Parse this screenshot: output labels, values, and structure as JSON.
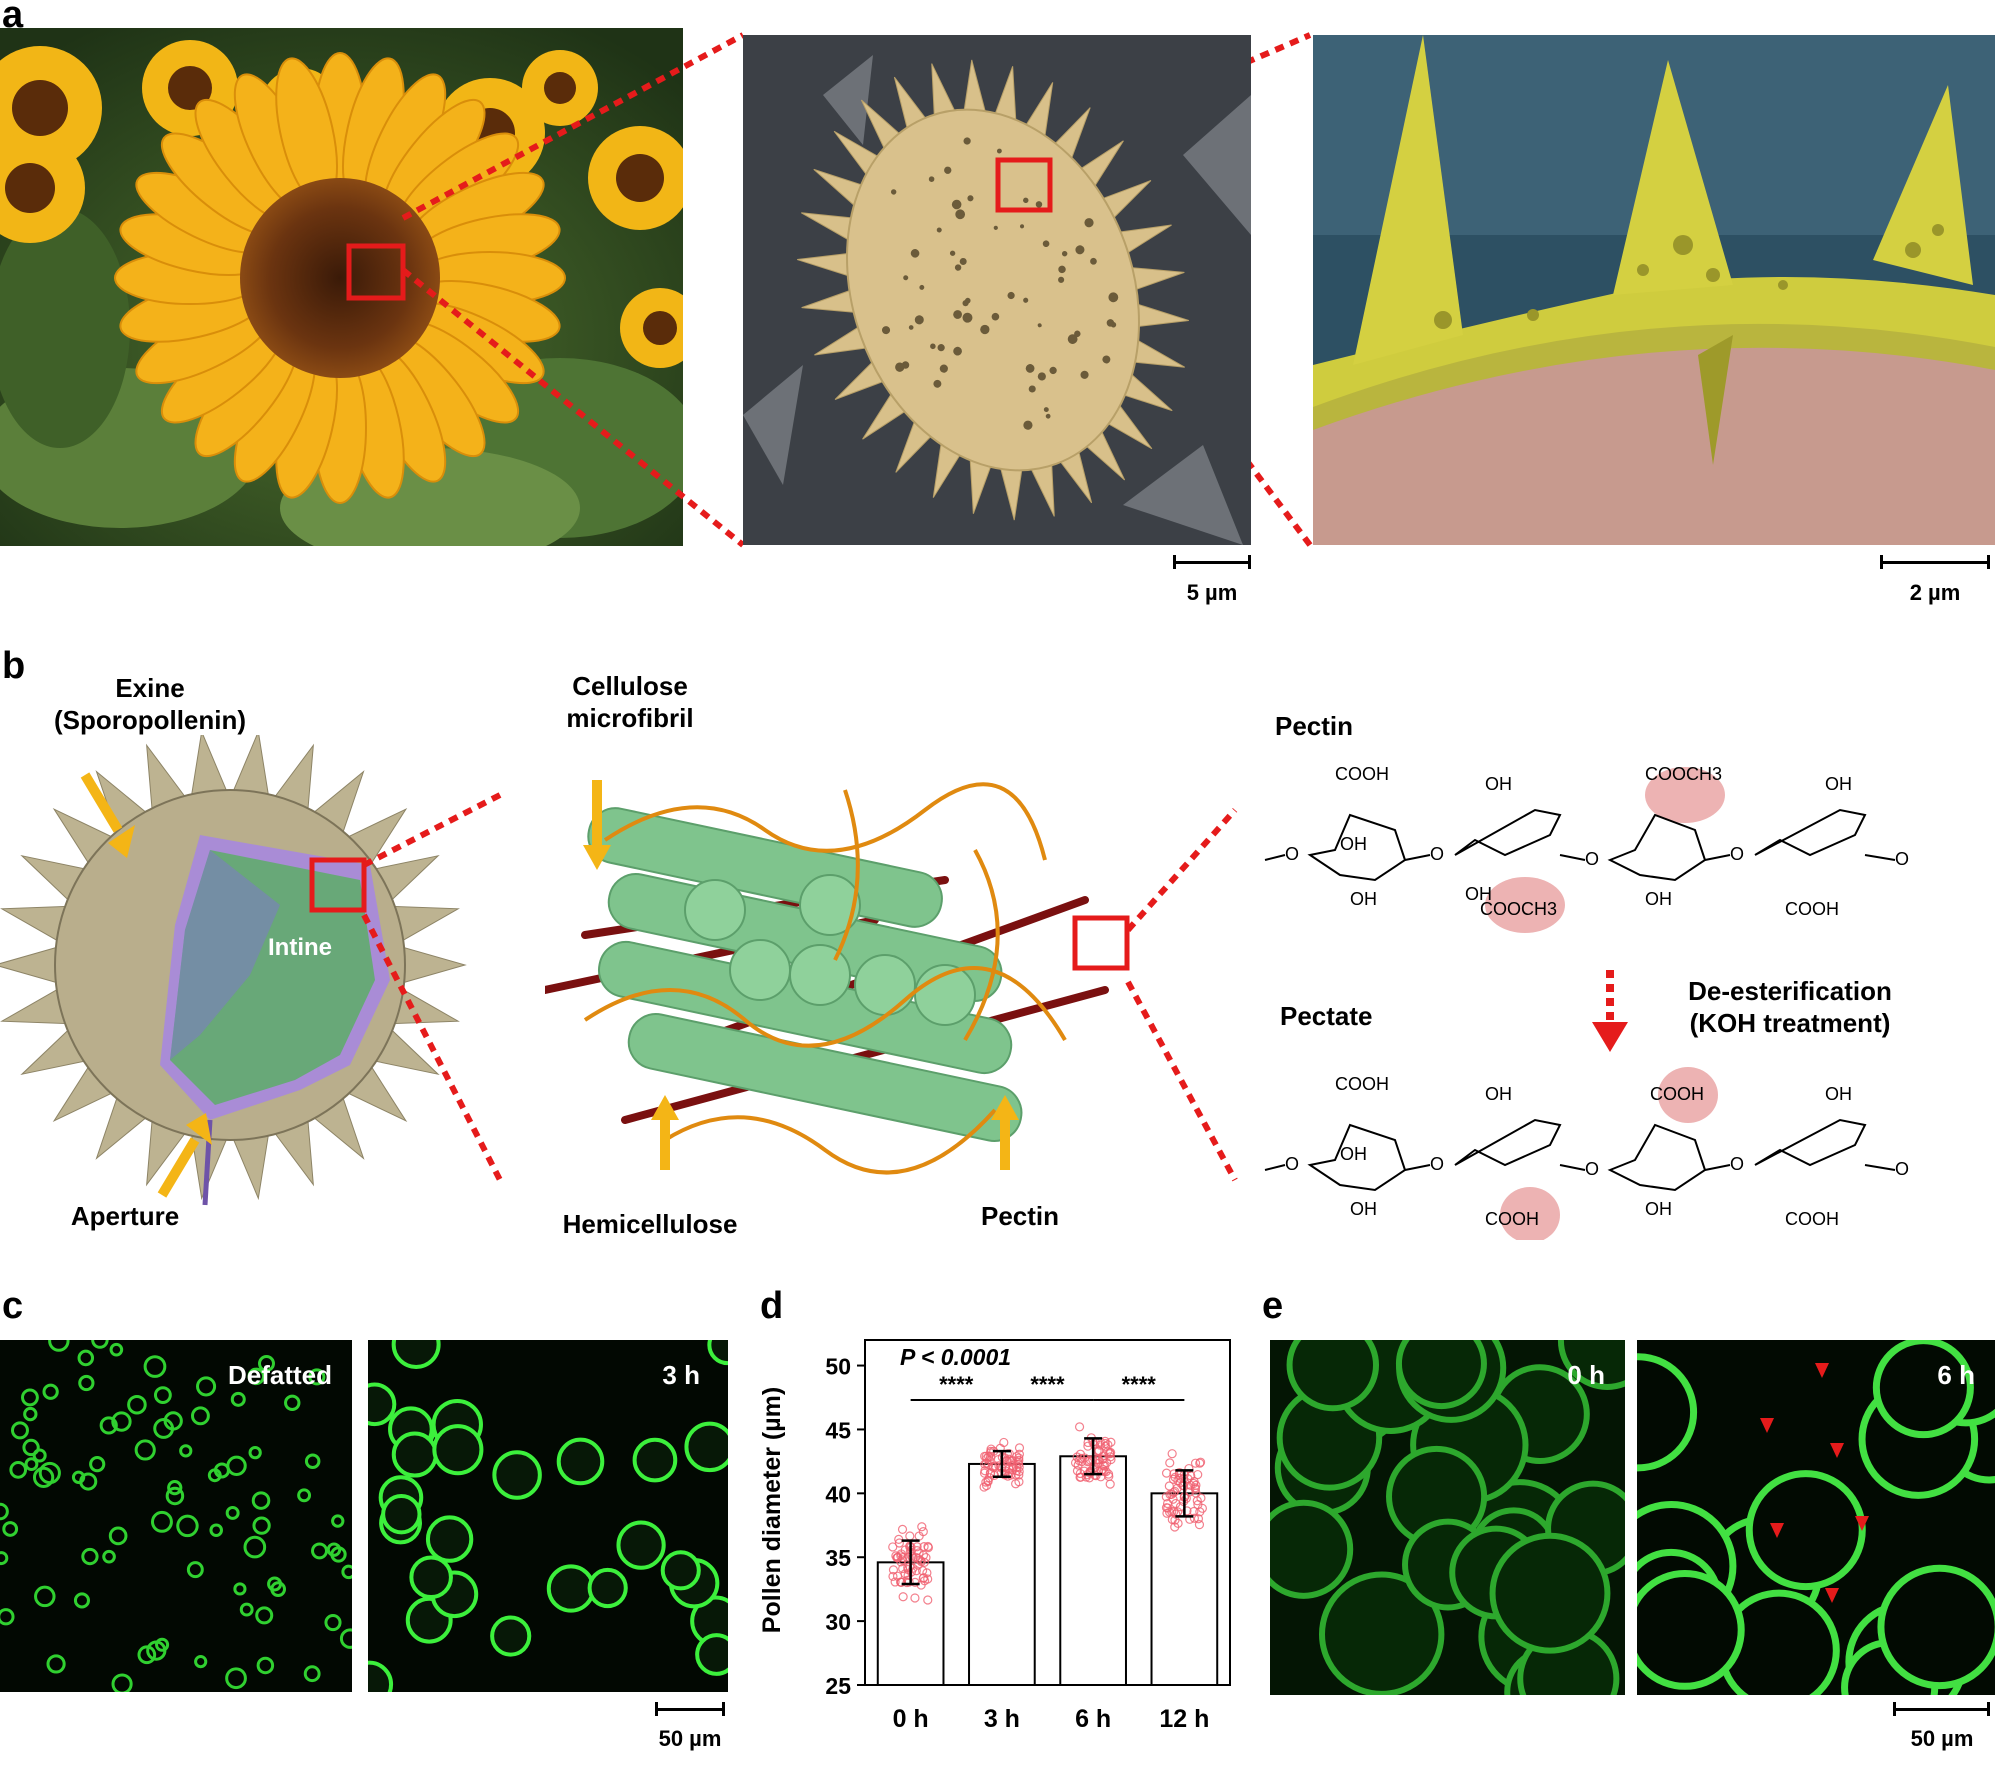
{
  "panel_letters": {
    "a": "a",
    "b": "b",
    "c": "c",
    "d": "d",
    "e": "e"
  },
  "panel_a": {
    "scale_bar_1": "5 µm",
    "scale_bar_2": "2 µm"
  },
  "panel_b": {
    "exine_label": "Exine\n(Sporopollenin)",
    "intine_label": "Intine",
    "aperture_label": "Aperture",
    "cellulose_label": "Cellulose\nmicrofibril",
    "hemicellulose_label": "Hemicellulose",
    "pectin_arrow_label": "Pectin",
    "pectin_title": "Pectin",
    "pectate_title": "Pectate",
    "deesterification_label": "De-esterification\n(KOH treatment)",
    "chem_groups": {
      "cooh": "COOH",
      "oh": "OH",
      "o": "O",
      "cooch3": "COOCH3"
    }
  },
  "panel_c": {
    "image1_label": "Defatted",
    "image2_label": "3 h",
    "scale_bar": "50 µm"
  },
  "panel_d": {
    "p_value": "P < 0.0001",
    "sig_marks": [
      "****",
      "****",
      "****"
    ]
  },
  "panel_e": {
    "image1_label": "0 h",
    "image2_label": "6 h",
    "scale_bar": "50 µm"
  },
  "chart_data": {
    "type": "bar",
    "categories": [
      "0 h",
      "3 h",
      "6 h",
      "12 h"
    ],
    "values": [
      34.6,
      42.3,
      42.9,
      40.0
    ],
    "errors": [
      1.7,
      1.0,
      1.4,
      1.8
    ],
    "ylabel": "Pollen diameter (µm)",
    "xlabel": "",
    "ylim": [
      25,
      52
    ],
    "yticks": [
      25,
      30,
      35,
      40,
      45,
      50
    ],
    "point_color": "#f06070",
    "bar_fill": "#ffffff"
  }
}
